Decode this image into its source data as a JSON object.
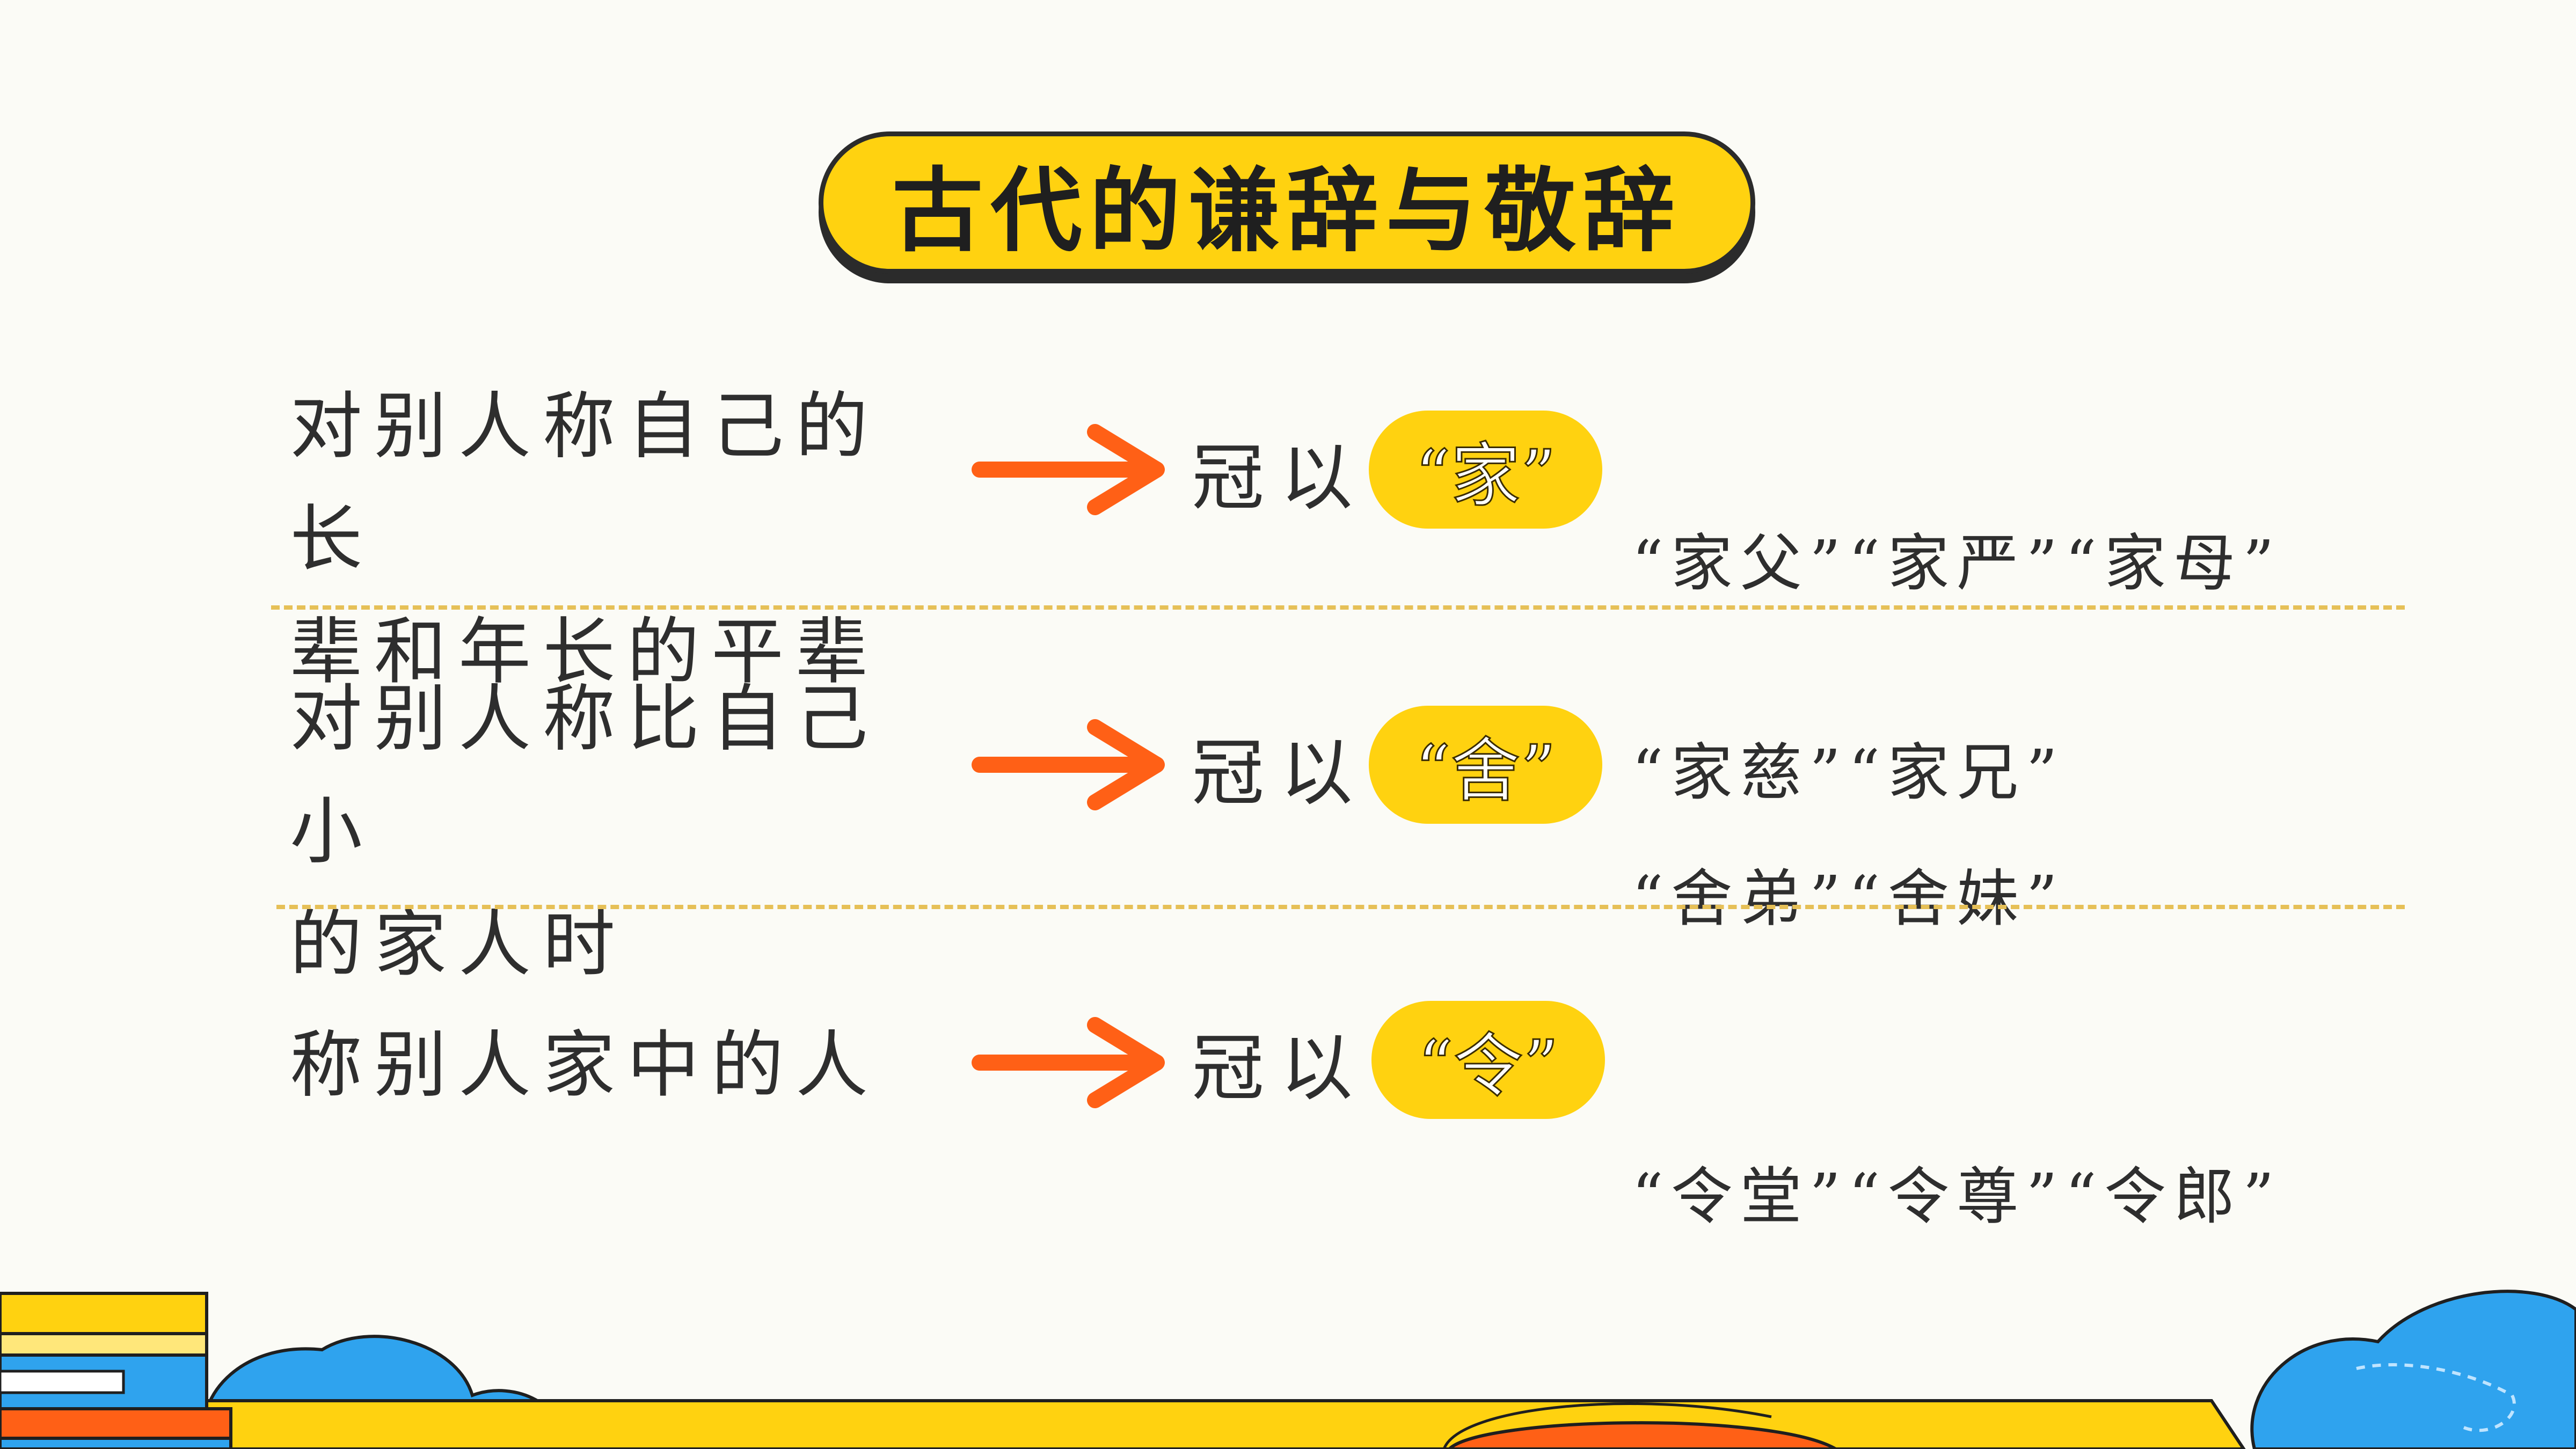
{
  "title": "古代的谦辞与敬辞",
  "rows": [
    {
      "left_line1": "对别人称自己的长",
      "left_line2": "辈和年长的平辈",
      "prefix_label": "冠以",
      "word": "“家”",
      "examples_line1": "“家父”“家严”“家母”",
      "examples_line2": "“家慈”“家兄”"
    },
    {
      "left_line1": "对别人称比自己小",
      "left_line2": "的家人时",
      "prefix_label": "冠以",
      "word": "“舍”",
      "examples_line1": "“舍弟”“舍妹”"
    },
    {
      "left_line1": "称别人家中的人",
      "prefix_label": "冠以",
      "word": "“令”",
      "examples_line1": "“令堂”“令尊”“令郎”"
    }
  ],
  "colors": {
    "accent_yellow": "#ffd210",
    "arrow_orange": "#ff6016",
    "divider": "#e6c057",
    "blue": "#2fa3ee",
    "text": "#2e2e2e"
  },
  "icons": [
    "right-arrow-icon",
    "book-stack-icon",
    "cloud-icon"
  ]
}
